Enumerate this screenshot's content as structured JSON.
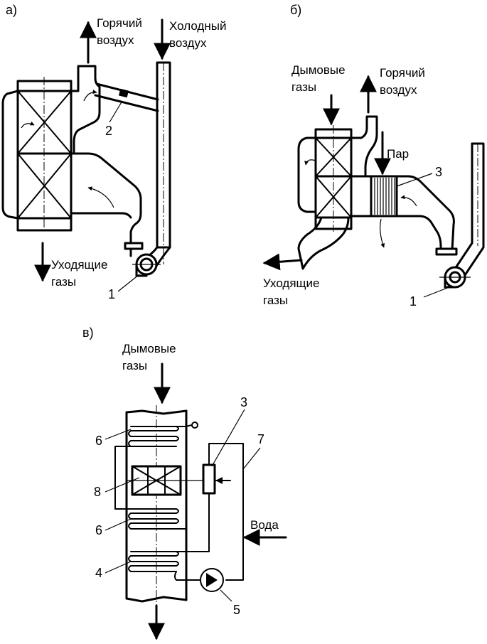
{
  "diagram_a": {
    "panel_label": "а)",
    "hot_air": [
      "Горячий",
      "воздух"
    ],
    "cold_air": [
      "Холодный",
      "воздух"
    ],
    "exhaust": [
      "Уходящие",
      "газы"
    ],
    "num_1": "1",
    "num_2": "2"
  },
  "diagram_b": {
    "panel_label": "б)",
    "flue_gas": [
      "Дымовые",
      "газы"
    ],
    "hot_air": [
      "Горячий",
      "воздух"
    ],
    "steam": "Пар",
    "exhaust": [
      "Уходящие",
      "газы"
    ],
    "num_1": "1",
    "num_3": "3"
  },
  "diagram_v": {
    "panel_label": "в)",
    "flue_gas": [
      "Дымовые",
      "газы"
    ],
    "water": "Вода",
    "num_3": "3",
    "num_4": "4",
    "num_5": "5",
    "num_6a": "6",
    "num_6b": "6",
    "num_7": "7",
    "num_8": "8"
  }
}
